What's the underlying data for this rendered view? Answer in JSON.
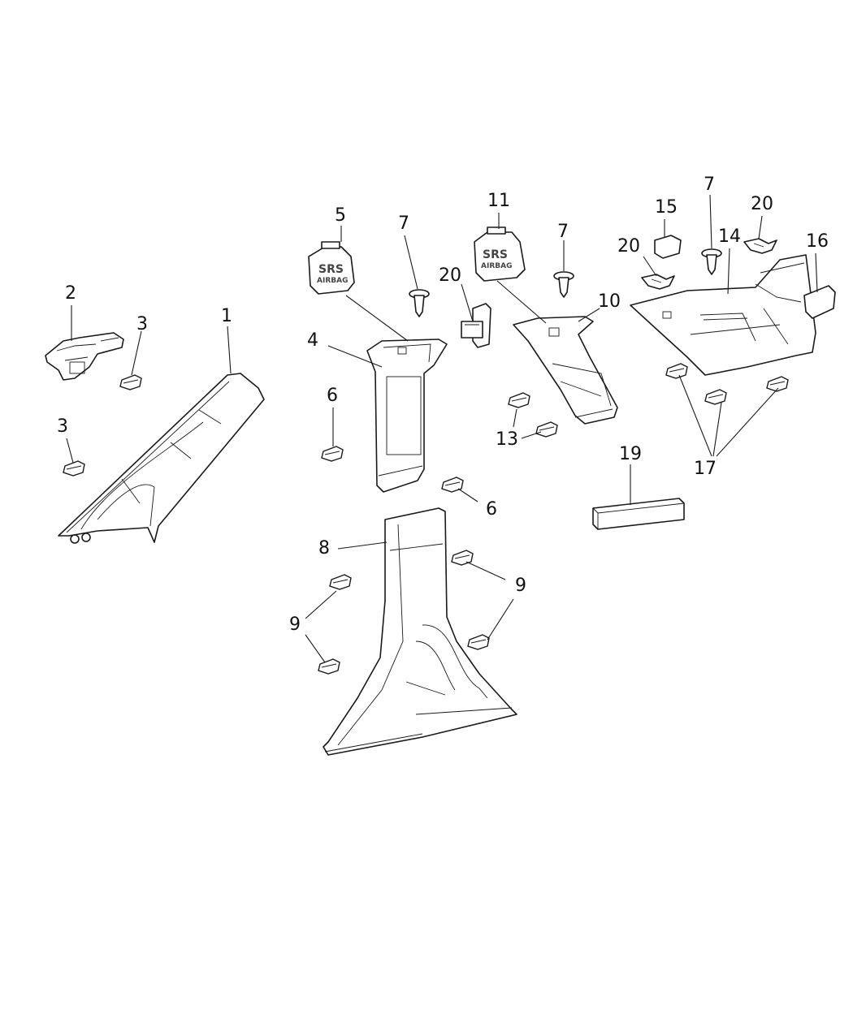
{
  "callouts": {
    "c1": "1",
    "c2": "2",
    "c3a": "3",
    "c3b": "3",
    "c4": "4",
    "c5": "5",
    "c6a": "6",
    "c6b": "6",
    "c7a": "7",
    "c7b": "7",
    "c7c": "7",
    "c8": "8",
    "c9a": "9",
    "c9b": "9",
    "c10": "10",
    "c11": "11",
    "c13": "13",
    "c14": "14",
    "c15": "15",
    "c16": "16",
    "c17": "17",
    "c19": "19",
    "c20a": "20",
    "c20b": "20",
    "c20c": "20"
  },
  "badges": {
    "srs_left_1": "SRS",
    "srs_left_2": "AIRBAG",
    "srs_right_1": "SRS",
    "srs_right_2": "AIRBAG"
  }
}
